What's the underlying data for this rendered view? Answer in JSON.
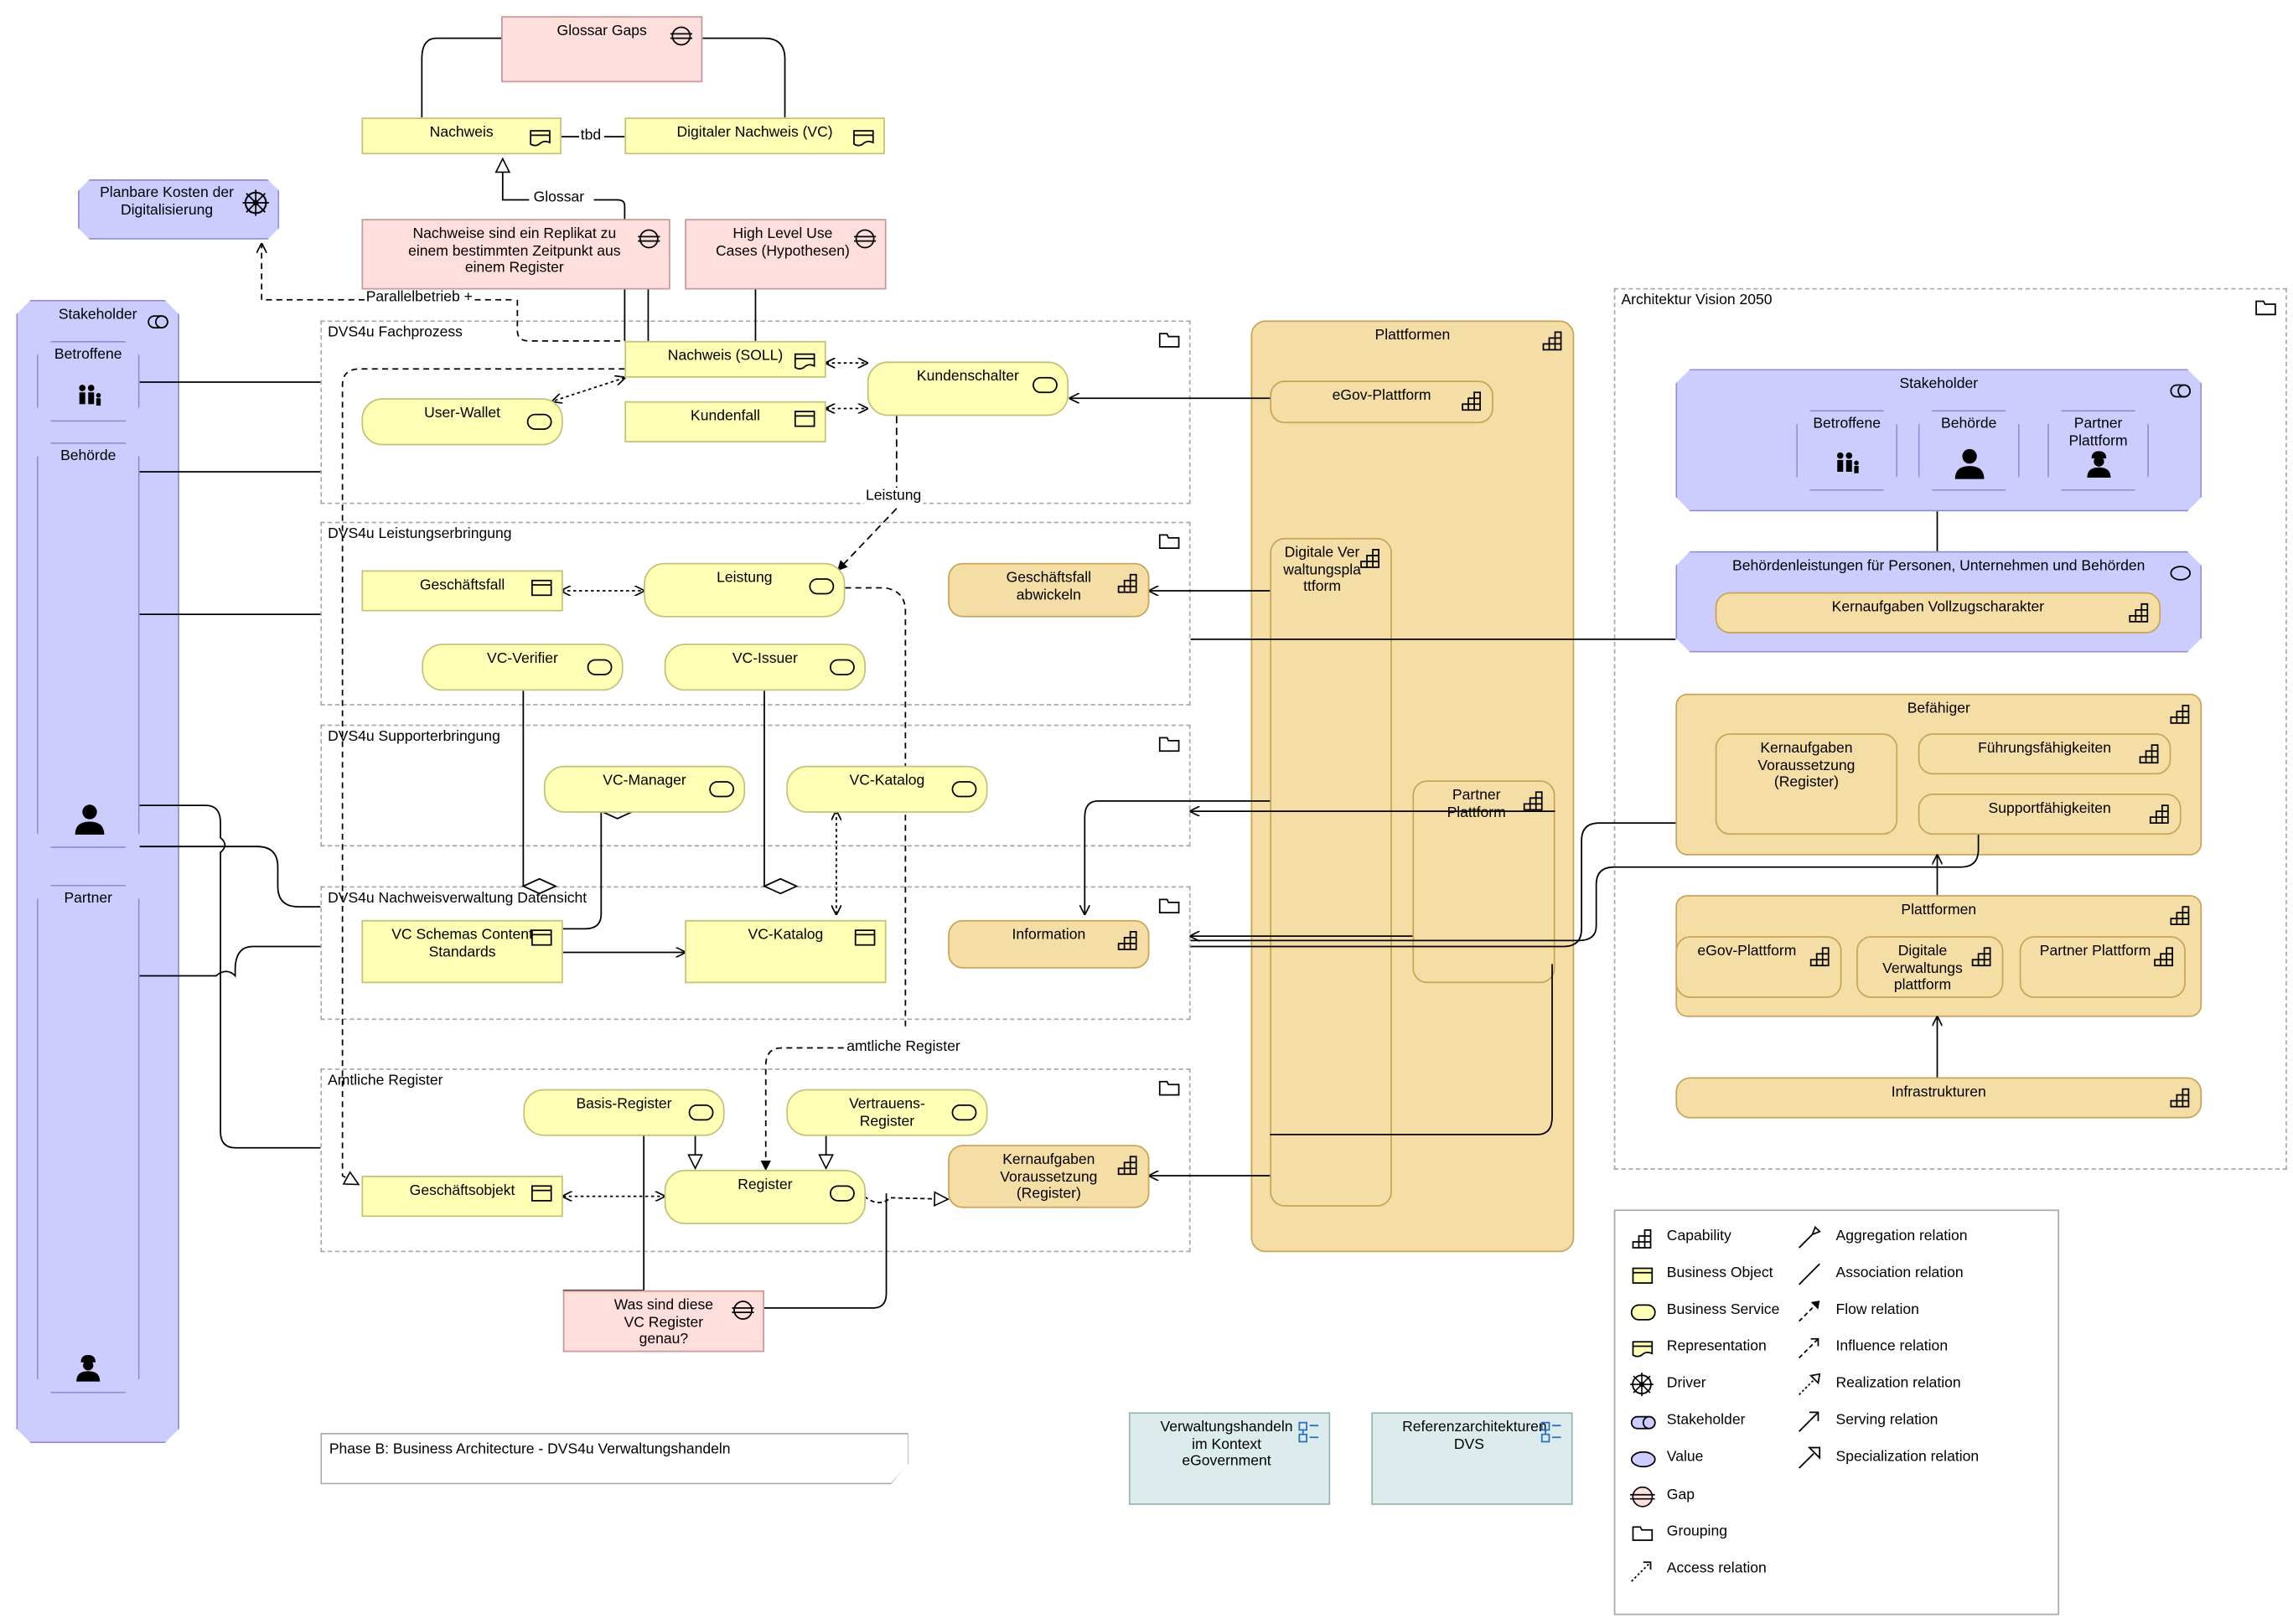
{
  "title": "Phase B: Business Architecture - DVS4u Verwaltungshandeln",
  "colors": {
    "business_yellow": "#ffffb5",
    "capability_orange": "#f5dea6",
    "motivation_pink": "#ffdede",
    "stakeholder_violet": "#ccccff",
    "note_teal": "#dcecec"
  },
  "gaps": {
    "glossar": "Glossar Gaps",
    "replikat": "Nachweise sind ein Replikat zu einem bestimmten Zeitpunkt aus einem Register",
    "usecases": "High Level Use Cases (Hypothesen)",
    "register": "Was sind diese VC Register genau?"
  },
  "driver": "Planbare Kosten der Digitalisierung",
  "representations": {
    "nachweis": "Nachweis",
    "digital": "Digitaler Nachweis (VC)",
    "soll": "Nachweis (SOLL)"
  },
  "connector_labels": {
    "tbd": "tbd",
    "glossar": "Glossar",
    "parallel": "Parallelbetrieb +",
    "leistung": "Leistung",
    "amtlich": "amtliche Register"
  },
  "stakeholder_column": {
    "title": "Stakeholder",
    "betroffene": "Betroffene",
    "behoerde": "Behörde",
    "partner": "Partner"
  },
  "groups": {
    "fachprozess": "DVS4u Fachprozess",
    "leistung": "DVS4u Leistungserbringung",
    "support": "DVS4u Supporterbringung",
    "nachweis": "DVS4u Nachweisverwaltung Datensicht",
    "register": "Amtliche Register",
    "vision": "Architektur Vision 2050"
  },
  "services": {
    "userwallet": "User-Wallet",
    "kundenschalter": "Kundenschalter",
    "leistung": "Leistung",
    "verifier": "VC-Verifier",
    "issuer": "VC-Issuer",
    "manager": "VC-Manager",
    "katalog_svc": "VC-Katalog",
    "basis": "Basis-Register",
    "vertrauen": "Vertrauens-Register",
    "register": "Register"
  },
  "objects": {
    "kundenfall": "Kundenfall",
    "geschaeftsfall": "Geschäftsfall",
    "schemas": "VC Schemas Content Standards",
    "katalog": "VC-Katalog",
    "geschaeftsobjekt": "Geschäftsobjekt"
  },
  "capabilities": {
    "abwickeln": "Geschäftsfall abwickeln",
    "information": "Information",
    "kernaufgaben_reg": "Kernaufgaben Voraussetzung (Register)"
  },
  "platforms": {
    "title": "Plattformen",
    "egov": "eGov-Plattform",
    "digital": "Digitale Verwaltungsplattform",
    "partner": "Partner Plattform"
  },
  "vision": {
    "stakeholder": "Stakeholder",
    "betroffene": "Betroffene",
    "behoerde": "Behörde",
    "partner": "Partner Plattform",
    "behoerdenleistungen": "Behördenleistungen für Personen, Unternehmen und Behörden",
    "kernaufgaben_vollzug": "Kernaufgaben Vollzugscharakter",
    "befaehiger": "Befähiger",
    "kernaufgaben_reg": "Kernaufgaben Voraussetzung (Register)",
    "fuehrung": "Führungsfähigkeiten",
    "support": "Supportfähigkeiten",
    "plattformen": "Plattformen",
    "egov": "eGov-Plattform",
    "digital": "Digitale Verwaltungs plattform",
    "infra": "Infrastrukturen"
  },
  "notes": {
    "verwaltung": "Verwaltungshandeln im Kontext eGovernment",
    "referenz": "Referenzarchitekturen DVS"
  },
  "legend": [
    {
      "label": "Capability",
      "icon": "capability-icon"
    },
    {
      "label": "Business Object",
      "icon": "business-object-icon"
    },
    {
      "label": "Business Service",
      "icon": "business-service-icon"
    },
    {
      "label": "Representation",
      "icon": "representation-icon"
    },
    {
      "label": "Driver",
      "icon": "driver-icon"
    },
    {
      "label": "Stakeholder",
      "icon": "stakeholder-icon"
    },
    {
      "label": "Value",
      "icon": "value-icon"
    },
    {
      "label": "Gap",
      "icon": "gap-icon"
    },
    {
      "label": "Grouping",
      "icon": "grouping-icon"
    },
    {
      "label": "Access relation",
      "icon": "access-relation-icon"
    },
    {
      "label": "Aggregation relation",
      "icon": "aggregation-relation-icon"
    },
    {
      "label": "Association relation",
      "icon": "association-relation-icon"
    },
    {
      "label": "Flow relation",
      "icon": "flow-relation-icon"
    },
    {
      "label": "Influence relation",
      "icon": "influence-relation-icon"
    },
    {
      "label": "Realization relation",
      "icon": "realization-relation-icon"
    },
    {
      "label": "Serving relation",
      "icon": "serving-relation-icon"
    },
    {
      "label": "Specialization relation",
      "icon": "specialization-relation-icon"
    }
  ]
}
